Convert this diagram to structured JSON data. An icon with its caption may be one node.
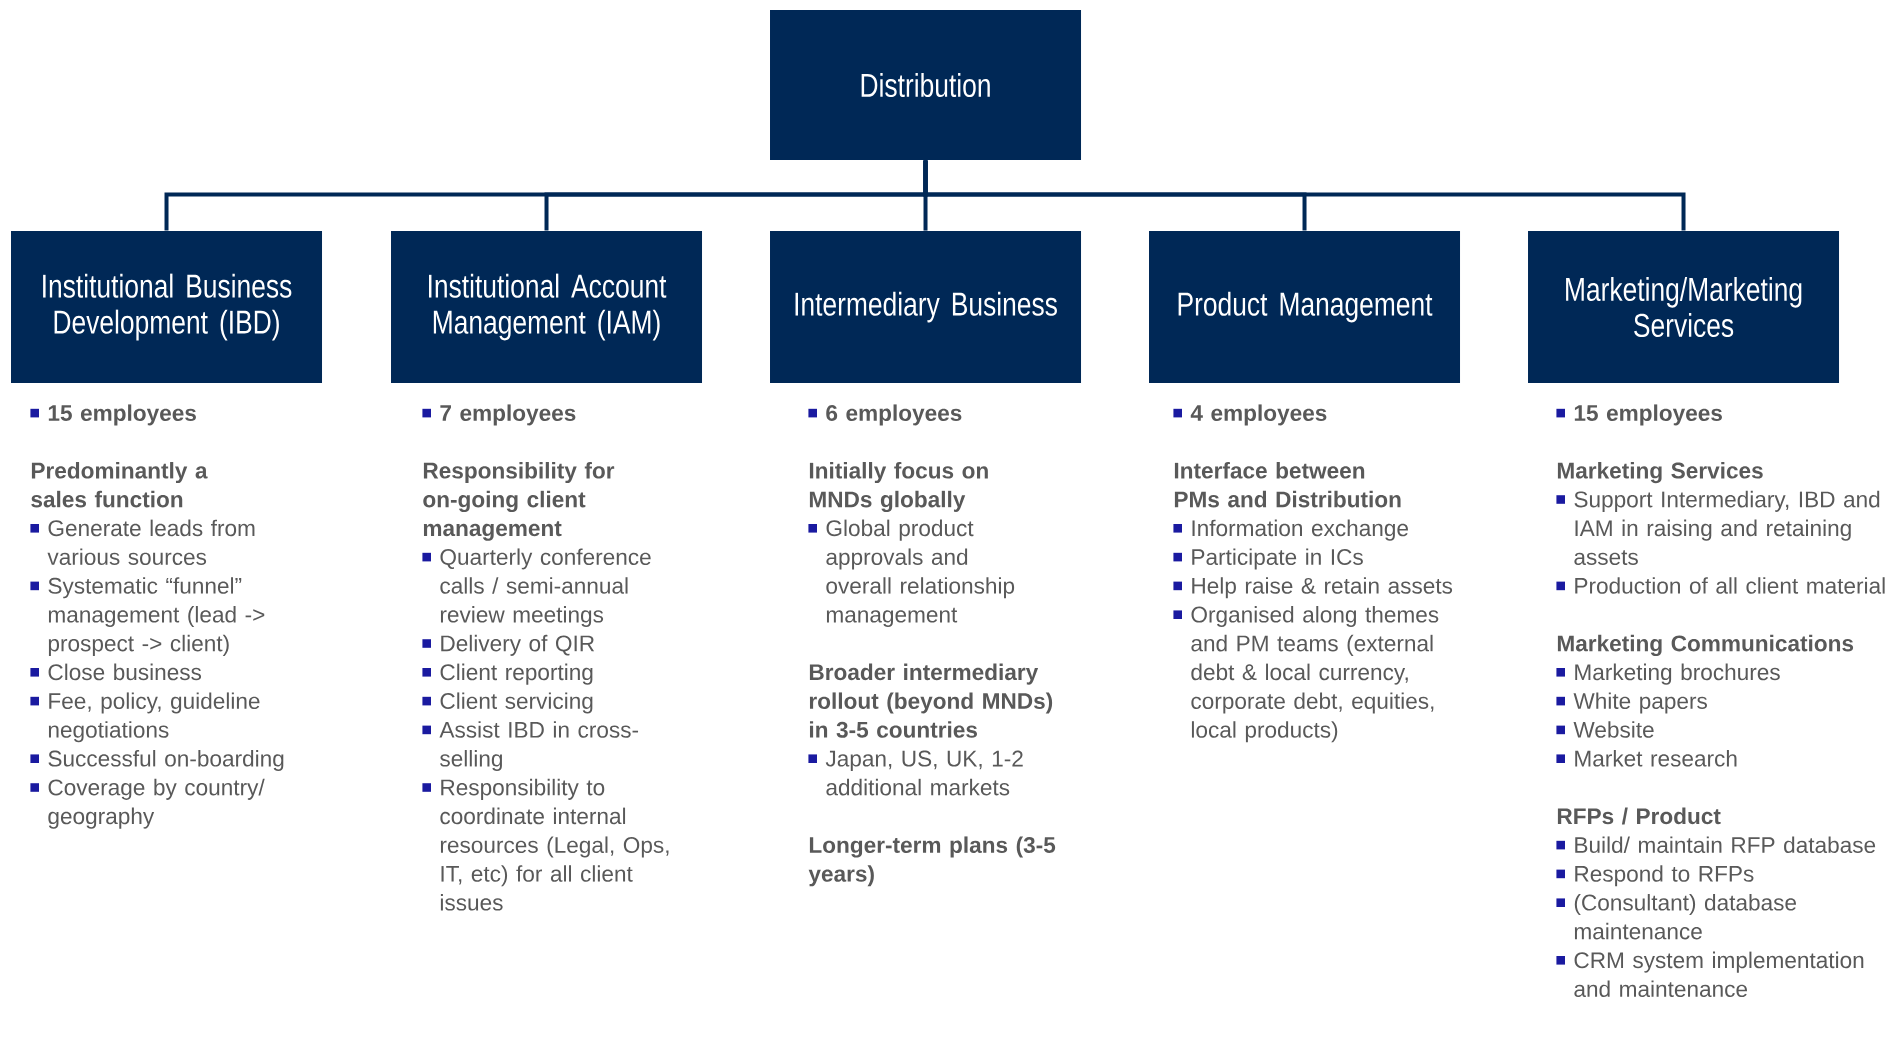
{
  "diagram": {
    "nodes": [
      {
        "text": [
          "Distribution"
        ]
      },
      {
        "text": [
          "Institutional Business Development (IBD)"
        ],
        "beside": [
          "15 employees",
          "Predominantly a sales function",
          "Generate leads from various sources",
          "Systematic “funnel” management (lead -> prospect -> client)",
          "Close business",
          "Fee, policy, guideline negotiations",
          "Successful on-boarding",
          "Coverage by country/ geography"
        ]
      },
      {
        "text": [
          "Institutional Account Management (IAM)"
        ],
        "beside": [
          "7 employees",
          "Responsibility for on-going client management",
          "Quarterly conference calls / semi-annual review meetings",
          "Delivery of QIR",
          "Client reporting",
          "Client servicing",
          "Assist IBD in cross-selling",
          "Responsibility to coordinate internal resources (Legal, Ops, IT, etc) for all client issues"
        ]
      },
      {
        "text": [
          "Intermediary Business"
        ],
        "beside": [
          "6 employees",
          "Initially focus on MNDs globally",
          "Global product approvals and overall relationship management",
          "Broader intermediary rollout (beyond MNDs) in 3-5 countries",
          "Japan, US, UK, 1-2 additional markets",
          "Longer-term plans (3-5 years)"
        ]
      },
      {
        "text": [
          "Product Management"
        ],
        "beside": [
          "4 employees",
          "Interface between PMs and Distribution",
          "Information exchange",
          "Participate in ICs",
          "Help raise & retain assets",
          "Organised along themes and PM teams (external debt & local currency, corporate debt, equities, local products)"
        ]
      },
      {
        "text": [
          "Marketing/Marketing Services"
        ],
        "beside": [
          "15 employees",
          "Marketing Services",
          "Support Intermediary, IBD and IAM in raising and retaining assets",
          "Production of all client material",
          "Marketing Communications",
          "Marketing brochures",
          "White papers",
          "Website",
          "Market research",
          "RFPs / Product",
          "Build/ maintain RFP database",
          "Respond to RFPs",
          "(Consultant) database maintenance",
          "CRM system implementation and maintenance"
        ]
      }
    ],
    "edges": [
      {
        "from": 0,
        "to": 1,
        "arrow": "none"
      },
      {
        "from": 0,
        "to": 2,
        "arrow": "none"
      },
      {
        "from": 0,
        "to": 3,
        "arrow": "none"
      },
      {
        "from": 0,
        "to": 4,
        "arrow": "none"
      },
      {
        "from": 0,
        "to": 5,
        "arrow": "none"
      }
    ]
  }
}
